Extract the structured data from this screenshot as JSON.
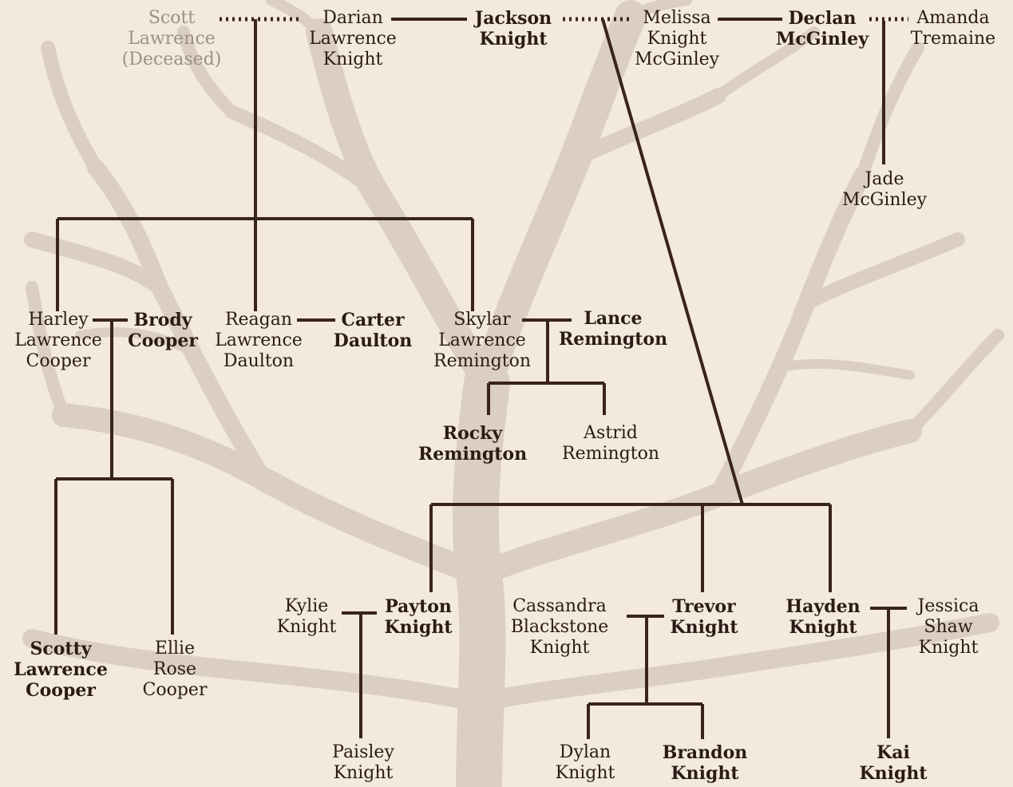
{
  "colors": {
    "background": "#f3e9dd",
    "tree_silhouette": "#dbcfc3",
    "line": "#3a2418",
    "text": "#2a1c15",
    "deceased_text": "#9b918a"
  },
  "people": {
    "scott": "Scott\nLawrence\n(Deceased)",
    "darian": "Darian\nLawrence\nKnight",
    "jackson": "Jackson\nKnight",
    "melissa": "Melissa\nKnight\nMcGinley",
    "declan": "Declan\nMcGinley",
    "amanda": "Amanda\nTremaine",
    "jade": "Jade\nMcGinley",
    "harley": "Harley\nLawrence\nCooper",
    "brody": "Brody\nCooper",
    "reagan": "Reagan\nLawrence\nDaulton",
    "carter": "Carter\nDaulton",
    "skylar": "Skylar\nLawrence\nRemington",
    "lance": "Lance\nRemington",
    "rocky": "Rocky\nRemington",
    "astrid": "Astrid\nRemington",
    "scotty": "Scotty\nLawrence\nCooper",
    "ellie": "Ellie\nRose\nCooper",
    "kylie": "Kylie\nKnight",
    "payton": "Payton\nKnight",
    "cassandra": "Cassandra\nBlackstone\nKnight",
    "trevor": "Trevor\nKnight",
    "hayden": "Hayden\nKnight",
    "jessica": "Jessica\nShaw\nKnight",
    "paisley": "Paisley\nKnight",
    "dylan": "Dylan\nKnight",
    "brandon": "Brandon\nKnight",
    "kai": "Kai\nKnight"
  }
}
